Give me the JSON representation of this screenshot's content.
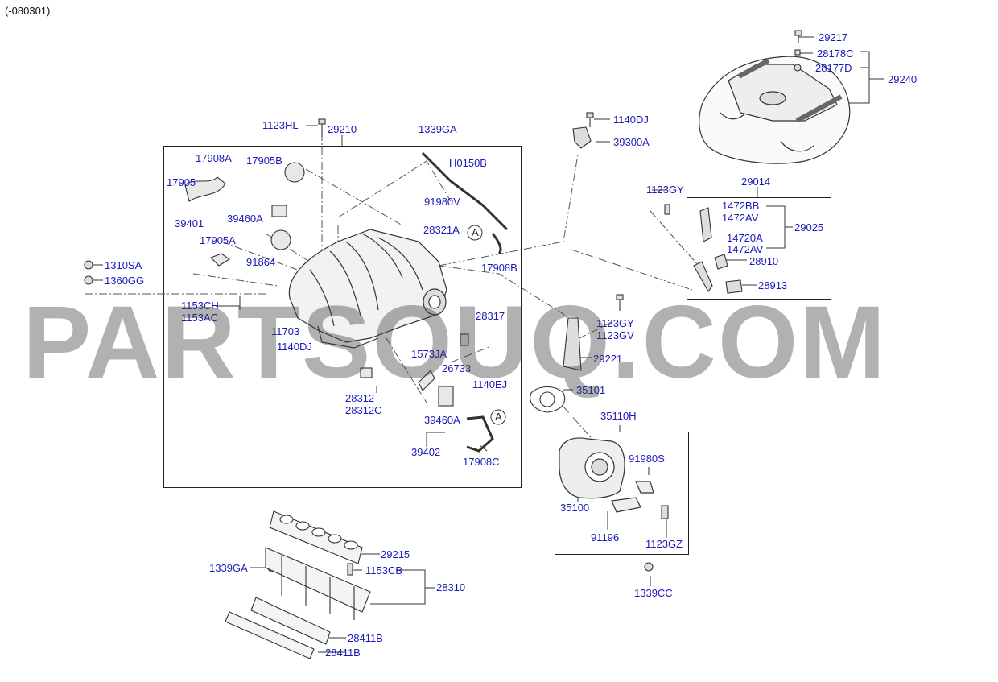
{
  "header": {
    "date_code": "(-080301)"
  },
  "watermark": {
    "text": "PARTSOUQ.COM"
  },
  "colors": {
    "label": "#1a1ab8",
    "line": "#222222",
    "watermark": "#3c3c3c"
  },
  "labels": [
    "29217",
    "28178C",
    "28177D",
    "29240",
    "1140DJ",
    "39300A",
    "1123HL",
    "29210",
    "1339GA",
    "17908A",
    "17905B",
    "H0150B",
    "17905",
    "91980V",
    "39401",
    "39460A",
    "28321A",
    "17905A",
    "91864",
    "17908B",
    "1310SA",
    "1360GG",
    "1153CH",
    "1153AC",
    "11703",
    "28317",
    "1140DJ",
    "1573JA",
    "26733",
    "1140EJ",
    "28312",
    "28312C",
    "39460A",
    "39402",
    "17908C",
    "1123GY",
    "29014",
    "1472BB",
    "1472AV",
    "29025",
    "14720A",
    "1472AV",
    "28910",
    "28913",
    "1123GY",
    "1123GV",
    "29221",
    "35101",
    "35110H",
    "91980S",
    "35100",
    "91196",
    "1123GZ",
    "1339CC",
    "29215",
    "1339GA",
    "1153CB",
    "28310",
    "28411B",
    "28411B"
  ],
  "callouts": [
    "A",
    "A"
  ]
}
